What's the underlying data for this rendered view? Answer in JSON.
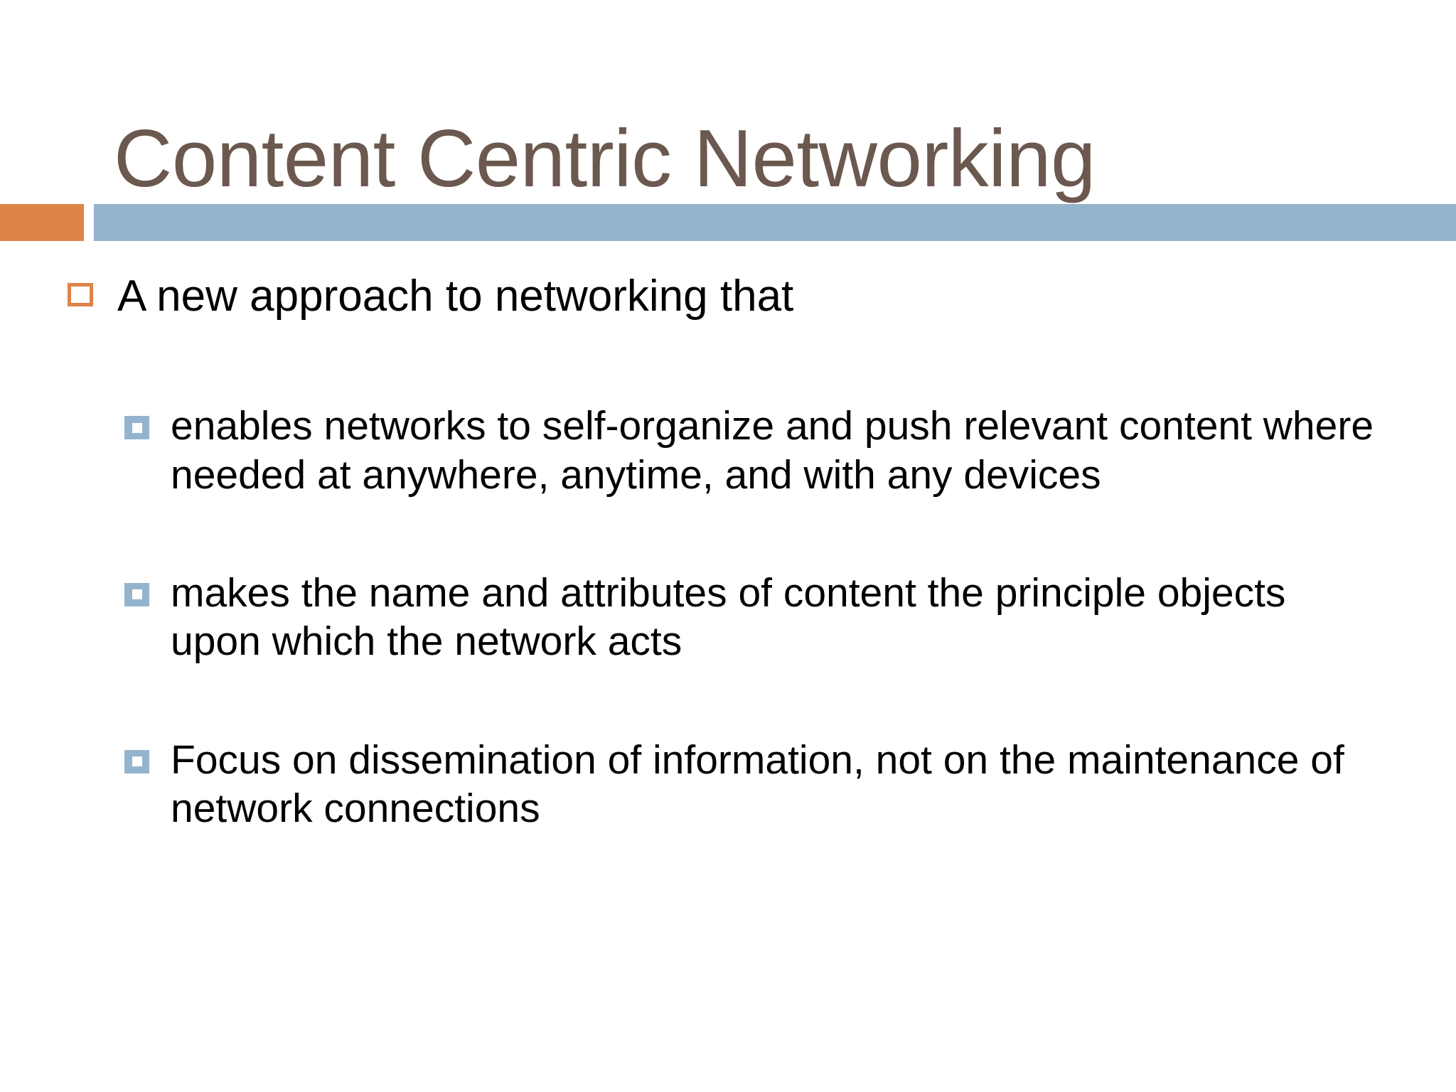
{
  "slide": {
    "title": "Content Centric Networking",
    "background_color": "#ffffff",
    "title_color": "#6b584e",
    "divider": {
      "accent_color": "#dd8347",
      "main_color": "#94b4ce"
    },
    "bullets": [
      {
        "level": 1,
        "marker": "hollow-square-orange",
        "marker_color": "#dd8347",
        "text": "A new approach to networking that"
      },
      {
        "level": 2,
        "marker": "filled-square-blue",
        "marker_color": "#94b4ce",
        "text": "enables networks to self-organize and push relevant content where needed at anywhere, anytime, and with any devices"
      },
      {
        "level": 2,
        "marker": "filled-square-blue",
        "marker_color": "#94b4ce",
        "text": "makes the name and attributes of content the principle objects upon which the network acts"
      },
      {
        "level": 2,
        "marker": "filled-square-blue",
        "marker_color": "#94b4ce",
        "text": "Focus on dissemination of information, not on the maintenance of network connections"
      }
    ]
  }
}
